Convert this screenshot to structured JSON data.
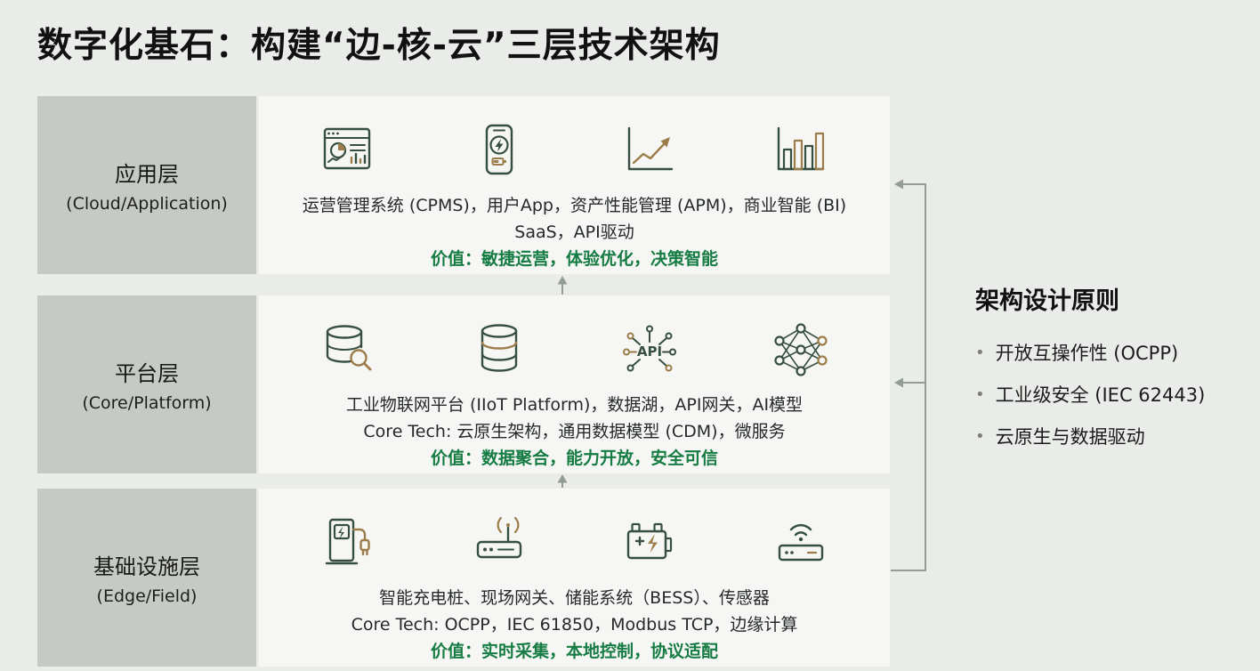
{
  "page": {
    "title": "数字化基石：构建“边-核-云”三层技术架构"
  },
  "layers": [
    {
      "id": "application",
      "label_zh": "应用层",
      "label_en": "(Cloud/Application)",
      "line1": "运营管理系统 (CPMS)，用户App，资产性能管理 (APM)，商业智能 (BI)",
      "line2": "SaaS，API驱动",
      "value": "价值：敏捷运营，体验优化，决策智能",
      "icons": [
        "dashboard-icon",
        "mobile-app-icon",
        "trend-chart-icon",
        "bar-chart-icon"
      ]
    },
    {
      "id": "platform",
      "label_zh": "平台层",
      "label_en": "(Core/Platform)",
      "line1": "工业物联网平台 (IIoT Platform)，数据湖，API网关，AI模型",
      "line2": "Core Tech: 云原生架构，通用数据模型 (CDM)，微服务",
      "value": "价值：数据聚合，能力开放，安全可信",
      "icons": [
        "database-search-icon",
        "database-icon",
        "api-gateway-icon",
        "neural-network-icon"
      ]
    },
    {
      "id": "infrastructure",
      "label_zh": "基础设施层",
      "label_en": "(Edge/Field)",
      "line1": "智能充电桩、现场网关、储能系统（BESS）、传感器",
      "line2": "Core Tech: OCPP，IEC 61850，Modbus TCP，边缘计算",
      "value": "价值：实时采集，本地控制，协议适配",
      "icons": [
        "ev-charger-icon",
        "gateway-icon",
        "battery-storage-icon",
        "router-icon"
      ]
    }
  ],
  "principles": {
    "title": "架构设计原则",
    "bullet": "•",
    "items": [
      "开放互操作性 (OCPP)",
      "工业级安全 (IEC 62443)",
      "云原生与数据驱动"
    ]
  },
  "colors": {
    "background": "#e9ece8",
    "label_box": "#c6cac5",
    "content_box": "#f6f7f4",
    "value_green": "#167c43",
    "icon_dark": "#374f40",
    "icon_gold": "#9c7c4a",
    "arrow_gray": "#949d94"
  }
}
